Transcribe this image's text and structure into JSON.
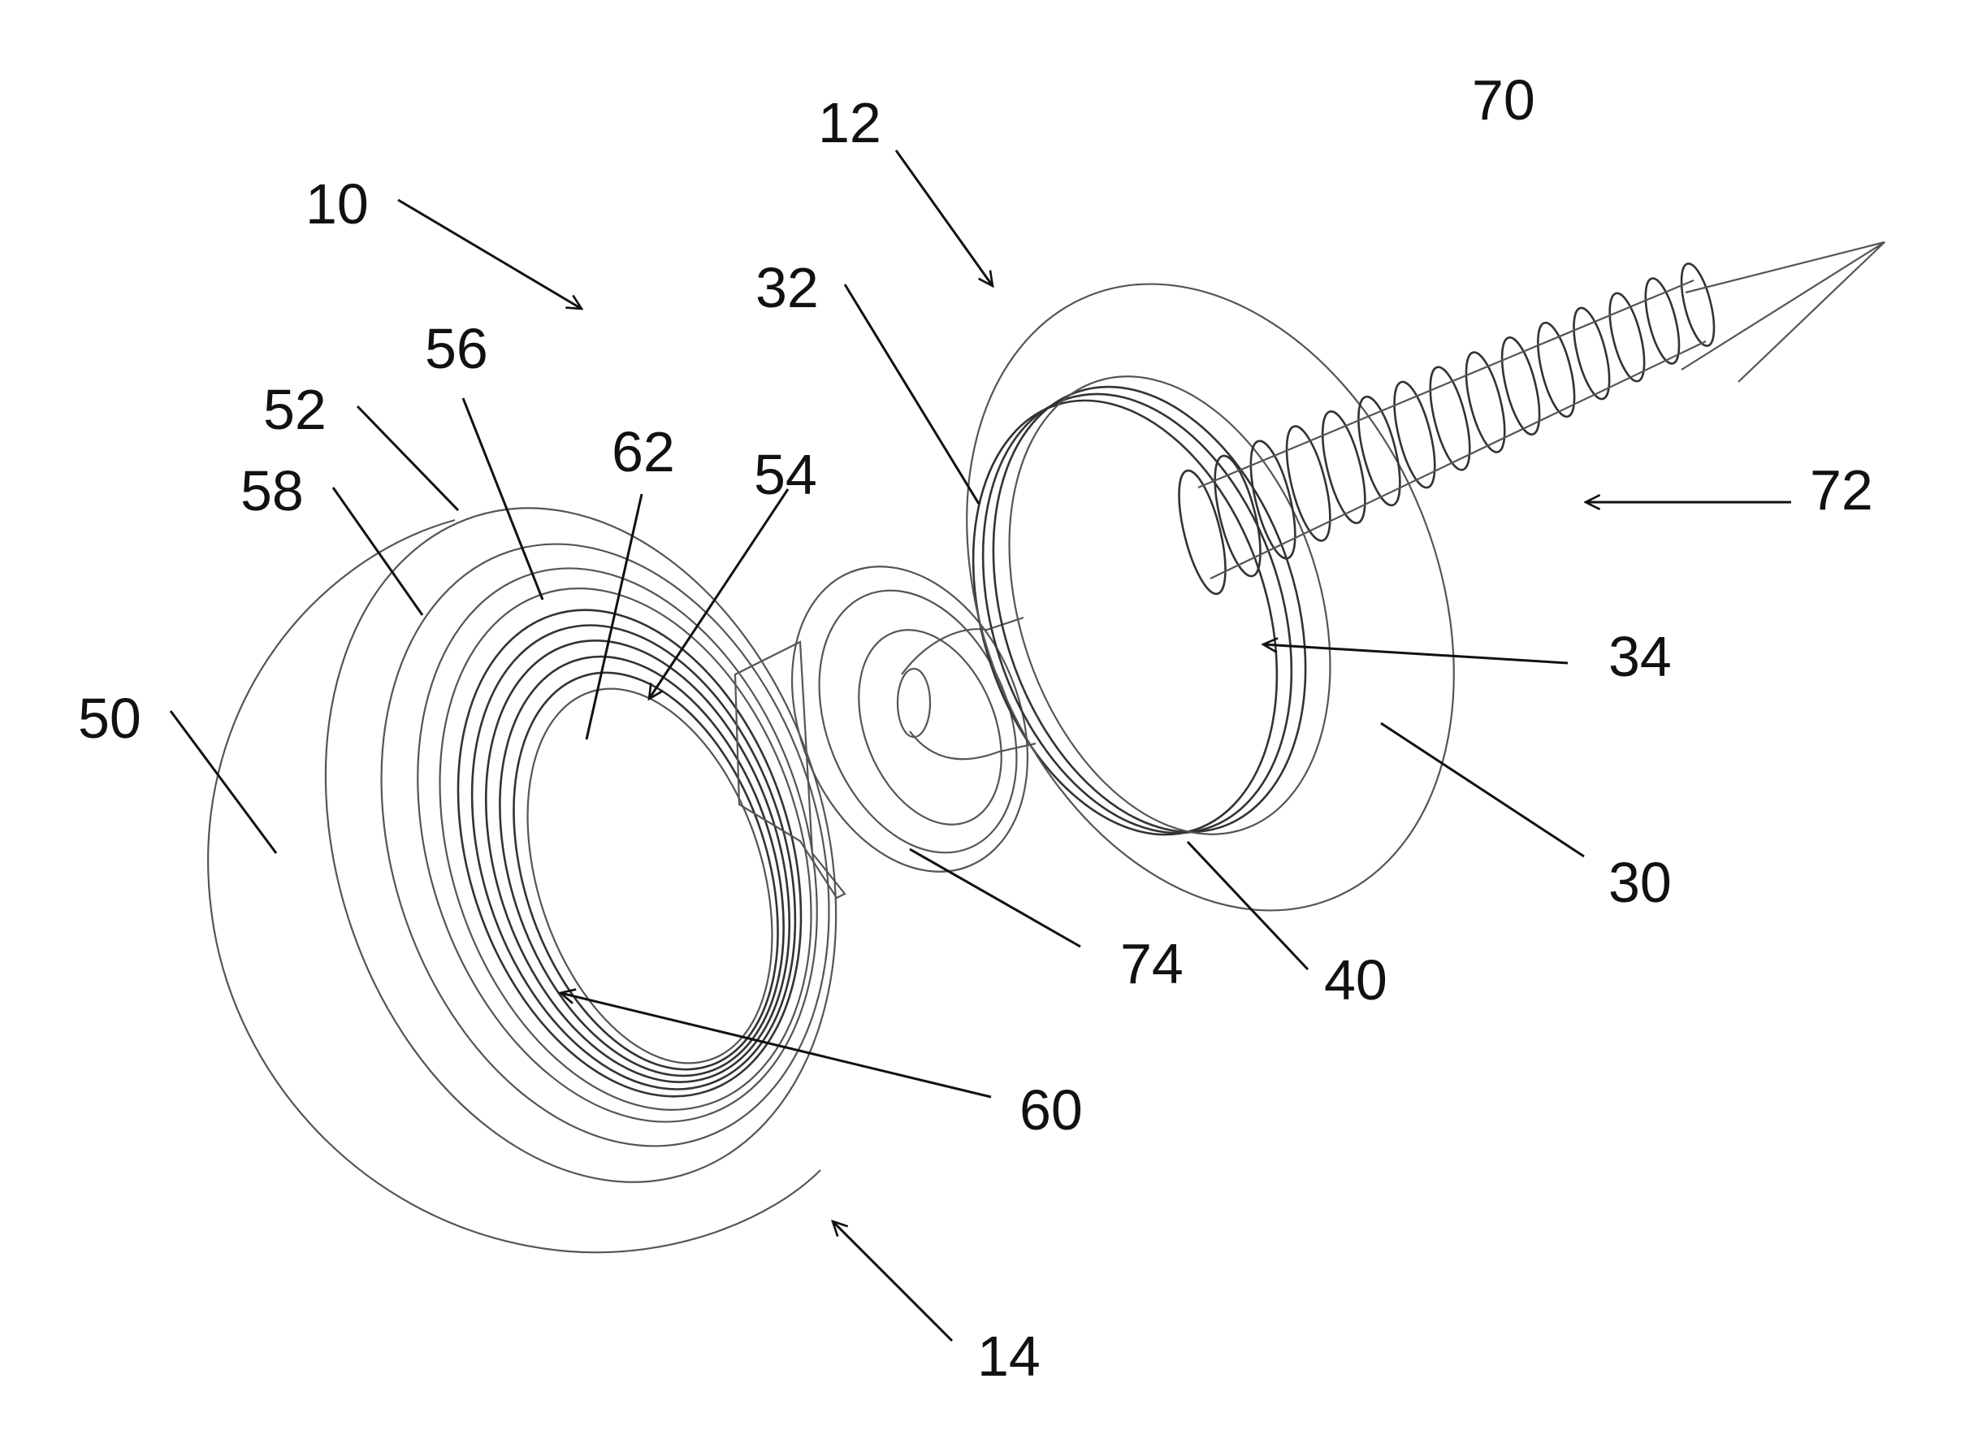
{
  "labels": {
    "assembly": "10",
    "screw_assembly": "12",
    "cap_assembly": "14",
    "washer": "30",
    "washer_rim": "32",
    "washer_bore": "34",
    "washer_ribs": "40",
    "cap_body": "50",
    "cap_face": "52",
    "cap_inner_ring": "54",
    "cap_groove": "56",
    "cap_recess_wall": "58",
    "cap_opening": "60",
    "cap_thread": "62",
    "screw_tip": "70",
    "screw_thread": "72",
    "screw_head": "74"
  }
}
